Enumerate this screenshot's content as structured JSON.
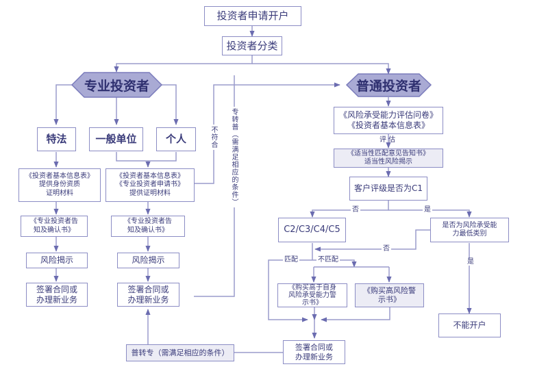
{
  "diagram": {
    "title_box": "投资者申请开户",
    "classify_box": "投资者分类",
    "professional": {
      "label": "专业投资者",
      "types": [
        "特法",
        "一般单位",
        "个人"
      ],
      "special_docs": "《投资者基本信息表》\n提供身份资质\n证明材料",
      "general_docs": "《投资者基本信息表》\n《专业投资者申请书》\n提供证明材料",
      "notice_left": "《专业投资者告\n知及确认书》",
      "notice_right": "《专业投资者告\n知及确认书》",
      "risk_left": "风险揭示",
      "risk_right": "风险揭示",
      "sign_left": "签署合同或\n办理新业务",
      "sign_right": "签署合同或\n办理新业务"
    },
    "ordinary": {
      "label": "普通投资者",
      "questionnaire": "《风险承受能力评估问卷》\n《投资者基本信息表》",
      "evaluate_label": "评  估",
      "suitability": "《适当性匹配意见告知书》\n适当性风险揭示",
      "c1_question": "客户评级是否为C1",
      "no_label": "否",
      "yes_label": "是",
      "c2_c5": "C2/C3/C4/C5",
      "lowest_question": "是否为风险承受能\n力最低类别",
      "no_label_2": "否",
      "yes_label_2": "是",
      "cannot_open": "不能开户",
      "match_label": "匹配",
      "mismatch_label": "不匹配",
      "warning_self": "《购买高于自身\n风险承受能力警\n示书》",
      "warning_high": "《购买高风险警\n示书》",
      "sign": "签署合同或\n办理新业务"
    },
    "not_qualified_label": "不符合",
    "pro_to_ord_label": "专转普（需满足相应的条件）",
    "ord_to_pro": "普转专（需满足相应的条件）"
  }
}
